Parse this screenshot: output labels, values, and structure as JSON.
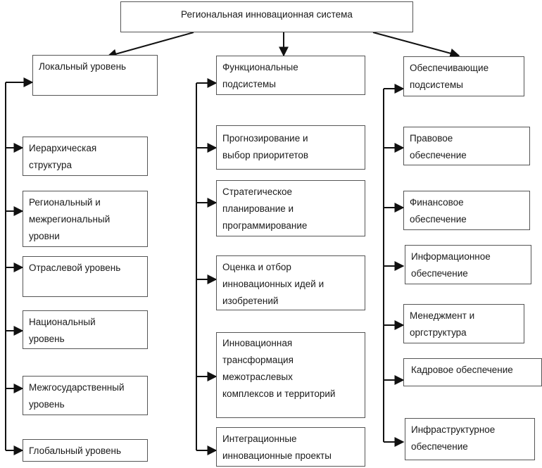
{
  "root": {
    "label": "Региональная инновационная система"
  },
  "columns": [
    {
      "header": "Локальный уровень",
      "items": [
        "Иерархическая\nструктура",
        "Региональный и\nмежрегиональный\nуровни",
        "Отраслевой уровень",
        "Национальный\nуровень",
        "Межгосударственный\nуровень",
        "Глобальный уровень"
      ]
    },
    {
      "header": "Функциональные\nподсистемы",
      "items": [
        "Прогнозирование и\nвыбор приоритетов",
        "Стратегическое\nпланирование и\nпрограммирование",
        "Оценка и отбор\nинновационных идей и\nизобретений",
        "Инновационная\nтрансформация\nмежотраслевых\nкомплексов и территорий",
        "Интеграционные\nинновационные проекты"
      ]
    },
    {
      "header": "Обеспечивающие\nподсистемы",
      "items": [
        "Правовое\nобеспечение",
        "Финансовое\nобеспечение",
        "Информационное\nобеспечение",
        "Менеджмент и\nоргструктура",
        "Кадровое обеспечение",
        "Инфраструктурное\nобеспечение"
      ]
    }
  ]
}
